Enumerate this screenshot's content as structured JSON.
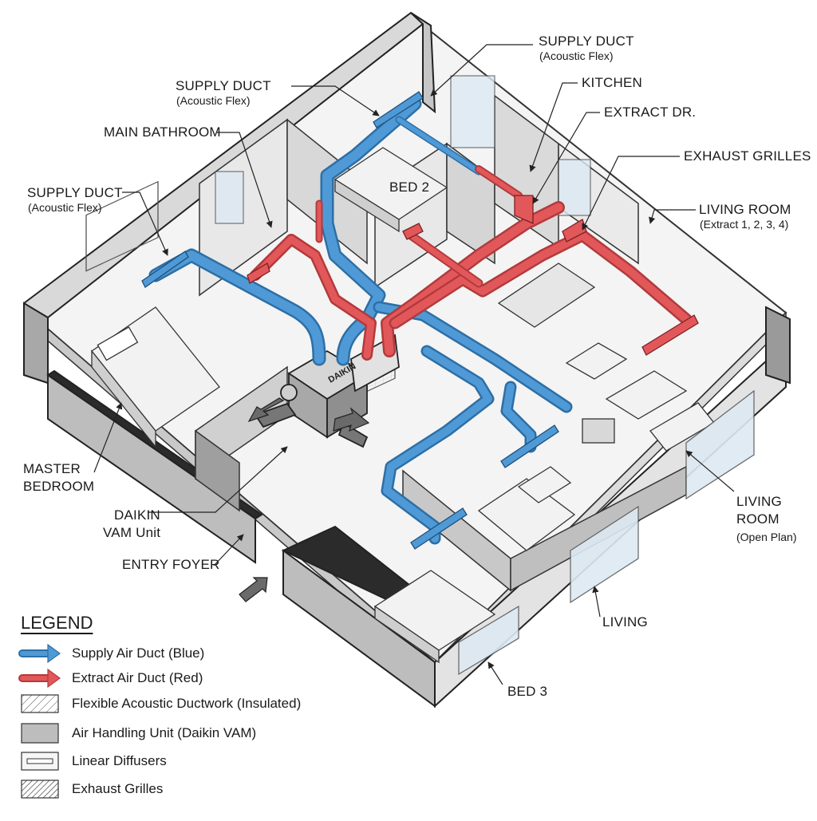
{
  "colors": {
    "supply": "#4f9ad6",
    "supply_dark": "#2d6fa6",
    "extract": "#e2585a",
    "extract_dark": "#b33a3c",
    "wall": "#2b2b2b",
    "unit": "#bdbdbd"
  },
  "labels": {
    "supply_duct_top": "SUPPLY DUCT",
    "supply_duct_top_sub": "(Acoustic Flex)",
    "supply_duct_mid": "SUPPLY DUCT",
    "supply_duct_mid_sub": "(Acoustic Flex)",
    "supply_duct_left": "SUPPLY DUCT",
    "supply_duct_left_sub": "(Acoustic Flex)",
    "kitchen": "KITCHEN",
    "extract_dr": "EXTRACT DR.",
    "exhaust_grilles": "EXHAUST GRILLES",
    "main_bathroom": "MAIN BATHROOM",
    "bed2": "BED 2",
    "living_room_top": "LIVING ROOM",
    "living_room_top_sub": "(Extract 1, 2, 3, 4)",
    "master_bedroom_1": "MASTER",
    "master_bedroom_2": "BEDROOM",
    "daikin_1": "DAIKIN",
    "daikin_2": "VAM Unit",
    "unit_brand": "DAIKIN",
    "entry_foyer": "ENTRY FOYER",
    "living_room_right": "LIVING",
    "living_room_right_2": "ROOM",
    "living_room_right_sub": "(Open Plan)",
    "living": "LIVING",
    "bed3": "BED 3"
  },
  "legend": {
    "title": "LEGEND",
    "items": [
      {
        "label": "Supply Air Duct (Blue)",
        "icon": "blue-arrow-icon"
      },
      {
        "label": "Extract Air Duct (Red)",
        "icon": "red-arrow-icon"
      },
      {
        "label": "Flexible Acoustic Ductwork (Insulated)",
        "icon": "hatched-box-icon"
      },
      {
        "label": "Air Handling Unit (Daikin VAM)",
        "icon": "grey-box-icon"
      },
      {
        "label": "Linear Diffusers",
        "icon": "diffuser-icon"
      },
      {
        "label": "Exhaust Grilles",
        "icon": "grille-icon"
      }
    ]
  }
}
